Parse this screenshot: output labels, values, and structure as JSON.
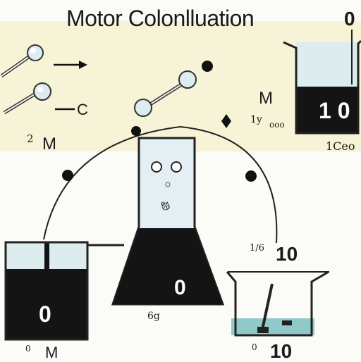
{
  "title": "Motor Colonlluation",
  "labels": {
    "top_right_digit": "0",
    "top_right_beaker_value": "1 0",
    "center_m": "M",
    "small_under_m": "1y",
    "small_under_m_box": "ooo",
    "arrow_c": "C",
    "left_small": "2",
    "left_m": "M",
    "right_small_code": "1Ceo",
    "flask_value": "0",
    "left_beaker_value": "0",
    "left_bottom_small": "0",
    "left_bottom_m": "M",
    "right_mid_small": "1/6",
    "right_mid_value": "10",
    "right_bottom_small": "0",
    "right_bottom_value": "10",
    "flask_symbol": "%",
    "bottom_center_small": "6g"
  },
  "colors": {
    "top_band": "#f6f3d6",
    "liquid_dark": "#141414",
    "liquid_blue": "#dcecef",
    "liquid_teal": "#8fc9c8",
    "line": "#222222"
  }
}
